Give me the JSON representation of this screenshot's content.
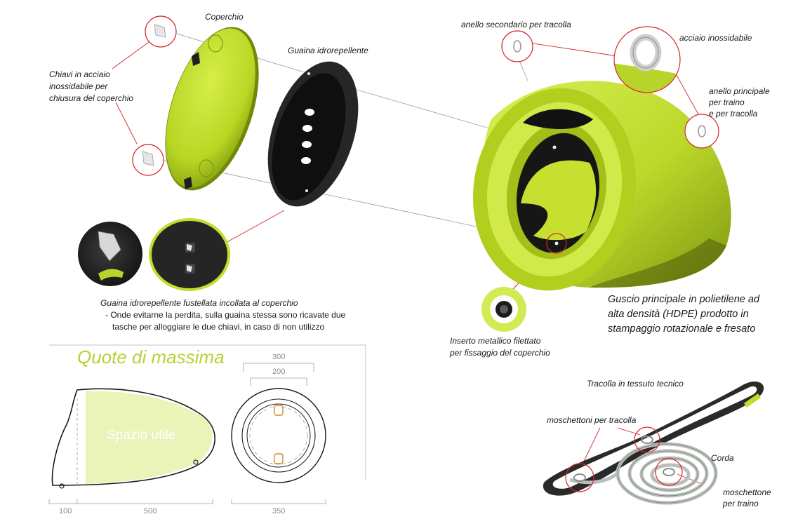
{
  "labels": {
    "coperchio": "Coperchio",
    "guaina": "Guaina idrorepellente",
    "chiavi": [
      "Chiavi in acciaio",
      "inossidabile per",
      "chiusura del coperchio"
    ],
    "anello_secondario": "anello secondario per tracolla",
    "acciaio": "acciaio inossidabile",
    "anello_principale": [
      "anello principale",
      "per traino",
      "e per tracolla"
    ],
    "guaina_fustellata": "Guaina idrorepellente fustellata incollata al coperchio",
    "guaina_note": [
      "- Onde evitarne la perdita, sulla guaina stessa  sono ricavate due",
      "tasche per alloggiare le due chiavi, in caso di non utilizzo"
    ],
    "inserto": [
      "Inserto metallico filettato",
      "per fissaggio del coperchio"
    ],
    "guscio": [
      "Guscio principale in polietilene ad",
      "alta densità (HDPE) prodotto in",
      "stampaggio rotazionale e fresato"
    ],
    "tracolla": "Tracolla in tessuto tecnico",
    "moschettoni": "moschettoni  per tracolla",
    "corda": "Corda",
    "moschettone_traino": [
      "moschettone",
      "per traino"
    ]
  },
  "dimensions": {
    "title": "Quote di massima",
    "spazio_utile": "Spazio utile",
    "side": [
      "100",
      "500"
    ],
    "front": [
      "300",
      "200",
      "350"
    ]
  },
  "colors": {
    "lime": "#c2dd2a",
    "lime_light": "#eaf3b8",
    "dark": "#2b2b2b",
    "callout": "#d6252b",
    "leader": "#8c8c8c"
  }
}
